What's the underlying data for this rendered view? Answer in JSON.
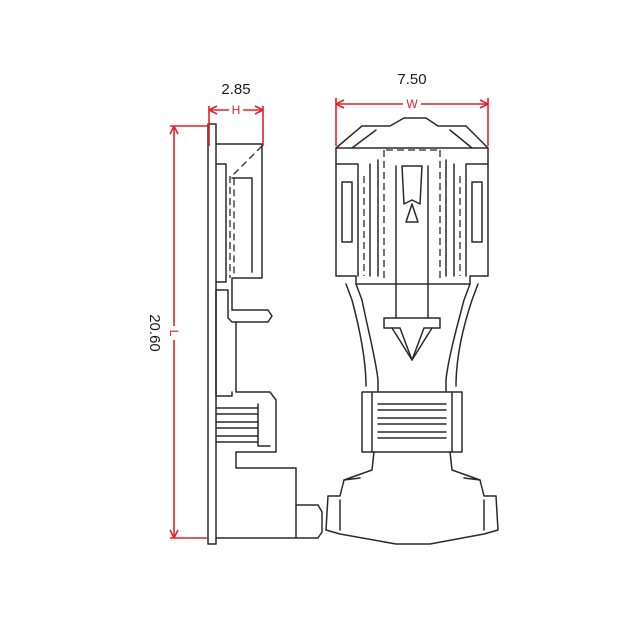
{
  "dimensions": {
    "thickness": {
      "value": "2.85",
      "letter": "H"
    },
    "width": {
      "value": "7.50",
      "letter": "W"
    },
    "length": {
      "value": "20.60",
      "letter": "L"
    }
  },
  "colors": {
    "dimension_line": "#e0222b",
    "outline": "#2a2a2a"
  }
}
